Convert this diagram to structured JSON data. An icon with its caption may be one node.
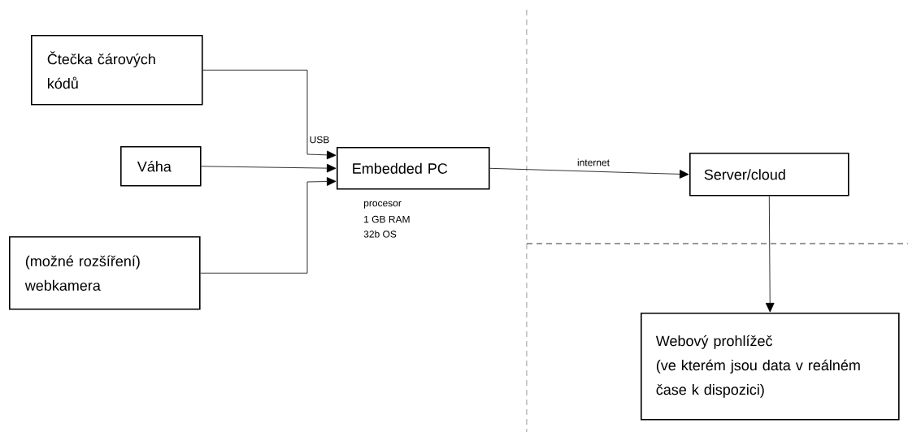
{
  "diagram": {
    "nodes": [
      {
        "text": [
          "Čtečka čárových kódů"
        ]
      },
      {
        "text": [
          "Váha"
        ]
      },
      {
        "text": [
          "Embedded PC"
        ],
        "beside": [
          "procesor",
          "1 GB RAM",
          "32b OS"
        ]
      },
      {
        "text": [
          "Server/cloud"
        ]
      },
      {
        "text": [
          "(možné rozšíření) webkamera"
        ]
      },
      {
        "text": [
          "Webový prohlížeč",
          "(ve kterém jsou data v reálném čase k dispozici)"
        ]
      }
    ],
    "edges": [
      {
        "from": 0,
        "to": 2,
        "arrow": "to",
        "label": "USB"
      },
      {
        "from": 1,
        "to": 2,
        "arrow": "to"
      },
      {
        "from": 4,
        "to": 2,
        "arrow": "to"
      },
      {
        "from": 2,
        "to": 3,
        "arrow": "to",
        "label": "internet"
      },
      {
        "from": 3,
        "to": 5,
        "arrow": "to"
      }
    ]
  }
}
